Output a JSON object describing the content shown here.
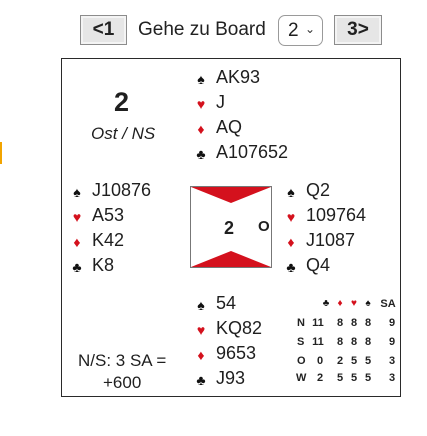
{
  "nav": {
    "prev_label": "<1",
    "goto_label": "Gehe zu Board",
    "board_select_value": "2",
    "next_label": "3>"
  },
  "board": {
    "number": "2",
    "dealer_vul": "Ost / NS",
    "vul_label": "2",
    "compass_o": "O"
  },
  "hands": {
    "north": {
      "spades": "AK93",
      "hearts": "J",
      "diamonds": "AQ",
      "clubs": "A107652"
    },
    "west": {
      "spades": "J10876",
      "hearts": "A53",
      "diamonds": "K42",
      "clubs": "K8"
    },
    "east": {
      "spades": "Q2",
      "hearts": "109764",
      "diamonds": "J1087",
      "clubs": "Q4"
    },
    "south": {
      "spades": "54",
      "hearts": "KQ82",
      "diamonds": "9653",
      "clubs": "J93"
    }
  },
  "suit_symbols": {
    "spades": "♠",
    "hearts": "♥",
    "diamonds": "♦",
    "clubs": "♣"
  },
  "result": {
    "contract": "N/S: 3 SA =",
    "score": "+600"
  },
  "makeables": {
    "header_nt": "SA",
    "rows": [
      {
        "dir": "N",
        "vals": [
          "11",
          "8",
          "8",
          "8",
          "9"
        ]
      },
      {
        "dir": "S",
        "vals": [
          "11",
          "8",
          "8",
          "8",
          "9"
        ]
      },
      {
        "dir": "O",
        "vals": [
          "0",
          "2",
          "5",
          "5",
          "3"
        ]
      },
      {
        "dir": "W",
        "vals": [
          "2",
          "5",
          "5",
          "5",
          "3"
        ]
      }
    ]
  },
  "colors": {
    "red": "#d4111d",
    "accent_orange": "#f2a400"
  }
}
